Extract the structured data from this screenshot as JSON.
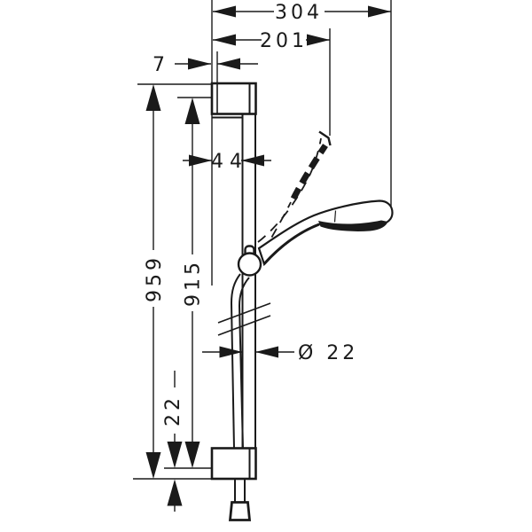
{
  "drawing": {
    "background": "#ffffff",
    "line_color": "#1a1a1a",
    "dims": {
      "overall_reach": "304",
      "upper_reach": "201",
      "wall_offset": "7",
      "bar_offset": "44",
      "overall_height": "959",
      "bar_length": "915",
      "bar_diameter": "Ø 22",
      "bottom_offset": "22"
    }
  }
}
